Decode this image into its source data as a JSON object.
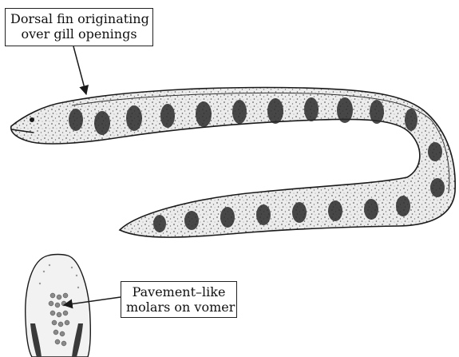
{
  "labels": {
    "dorsal_fin": {
      "line1": "Dorsal fin originating",
      "line2": "over gill openings"
    },
    "molars": {
      "line1": "Pavement–like",
      "line2": "molars on vomer"
    }
  },
  "colors": {
    "ink": "#1a1a1a",
    "body_fill": "#e6e6e6",
    "band": "#2b2b2b",
    "speckle": "#555555"
  },
  "icons": [
    "eel-illustration",
    "jaw-detail-illustration",
    "arrow"
  ]
}
